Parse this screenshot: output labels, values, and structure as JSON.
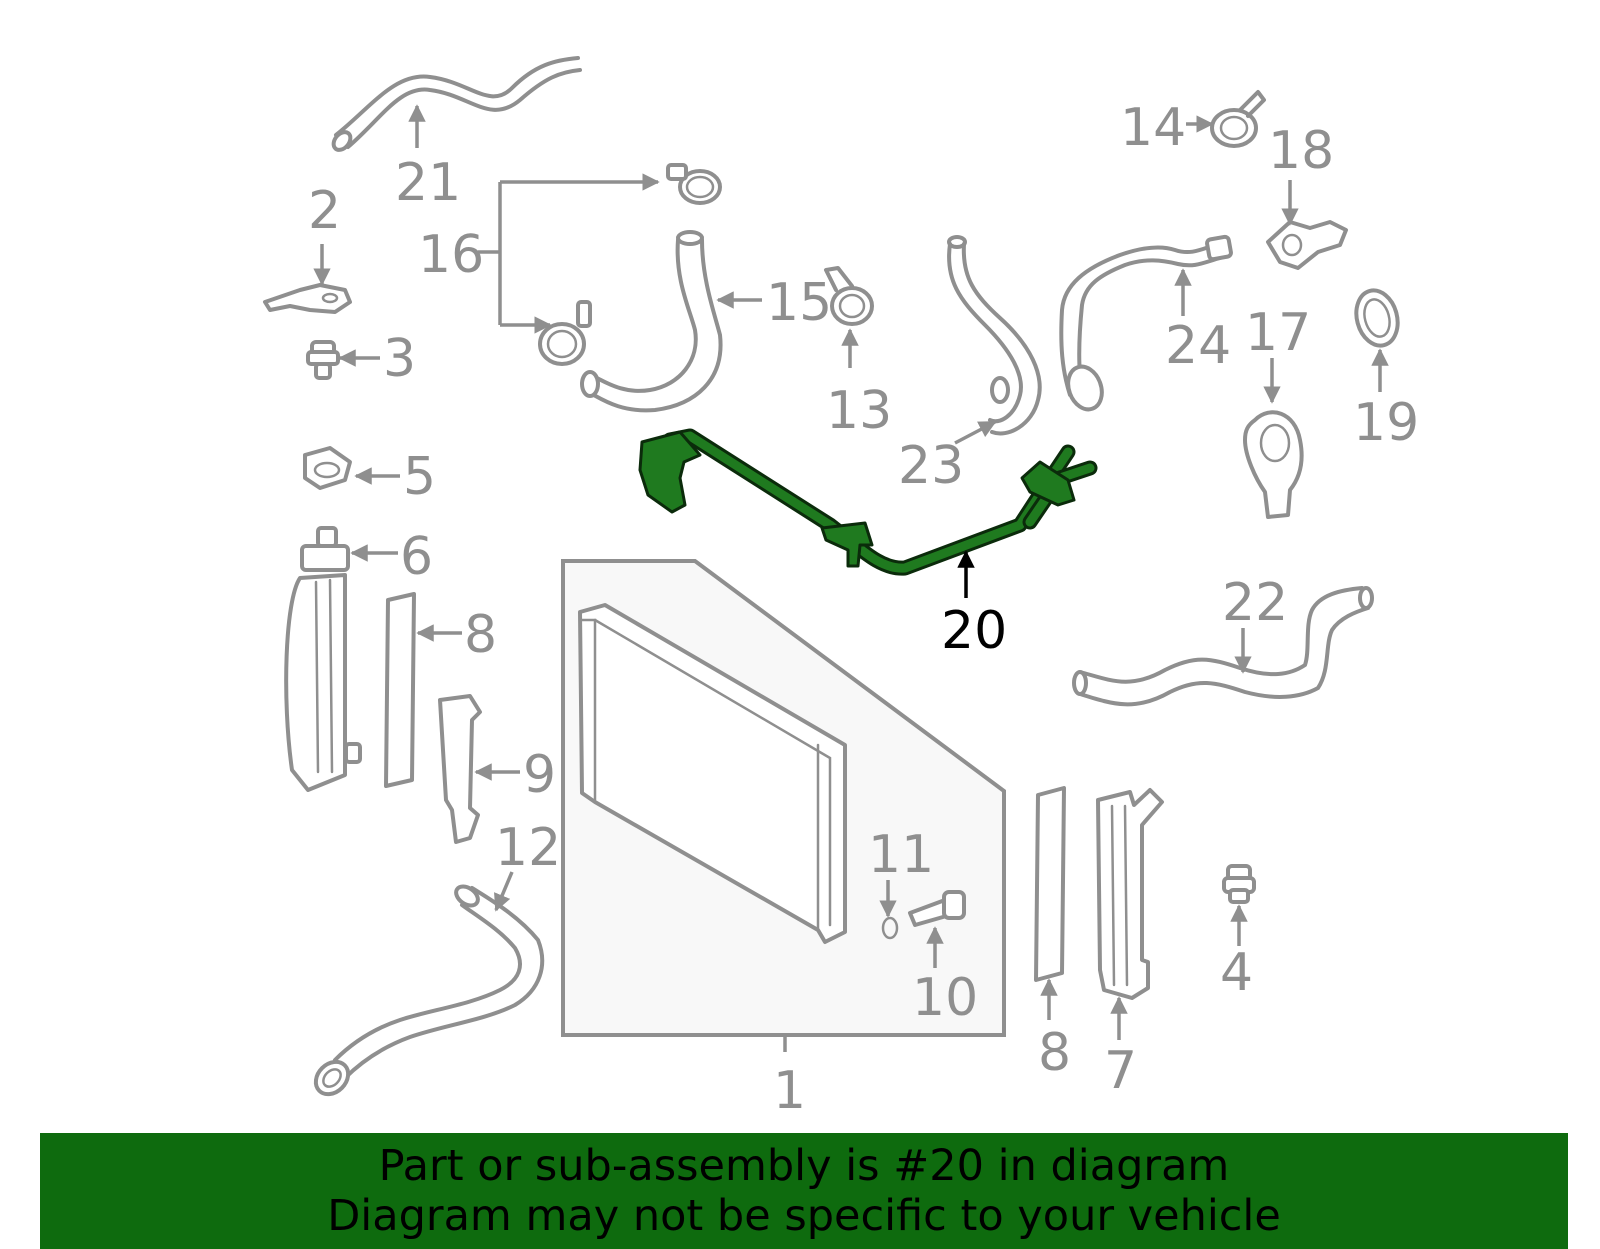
{
  "diagram": {
    "highlight_color": "#1f7a1f",
    "part_color": "#8f8f8f",
    "highlighted_part": "20",
    "callouts": {
      "c1": "1",
      "c2": "2",
      "c3": "3",
      "c4": "4",
      "c5": "5",
      "c6": "6",
      "c7": "7",
      "c8a": "8",
      "c8b": "8",
      "c9": "9",
      "c10": "10",
      "c11": "11",
      "c12": "12",
      "c13": "13",
      "c14": "14",
      "c15": "15",
      "c16": "16",
      "c17": "17",
      "c18": "18",
      "c19": "19",
      "c20": "20",
      "c21": "21",
      "c22": "22",
      "c23": "23",
      "c24": "24"
    }
  },
  "banner": {
    "background": "#0e6b0e",
    "line1": "Part or sub-assembly is #20 in diagram",
    "line2": "Diagram may not be specific to your vehicle"
  }
}
